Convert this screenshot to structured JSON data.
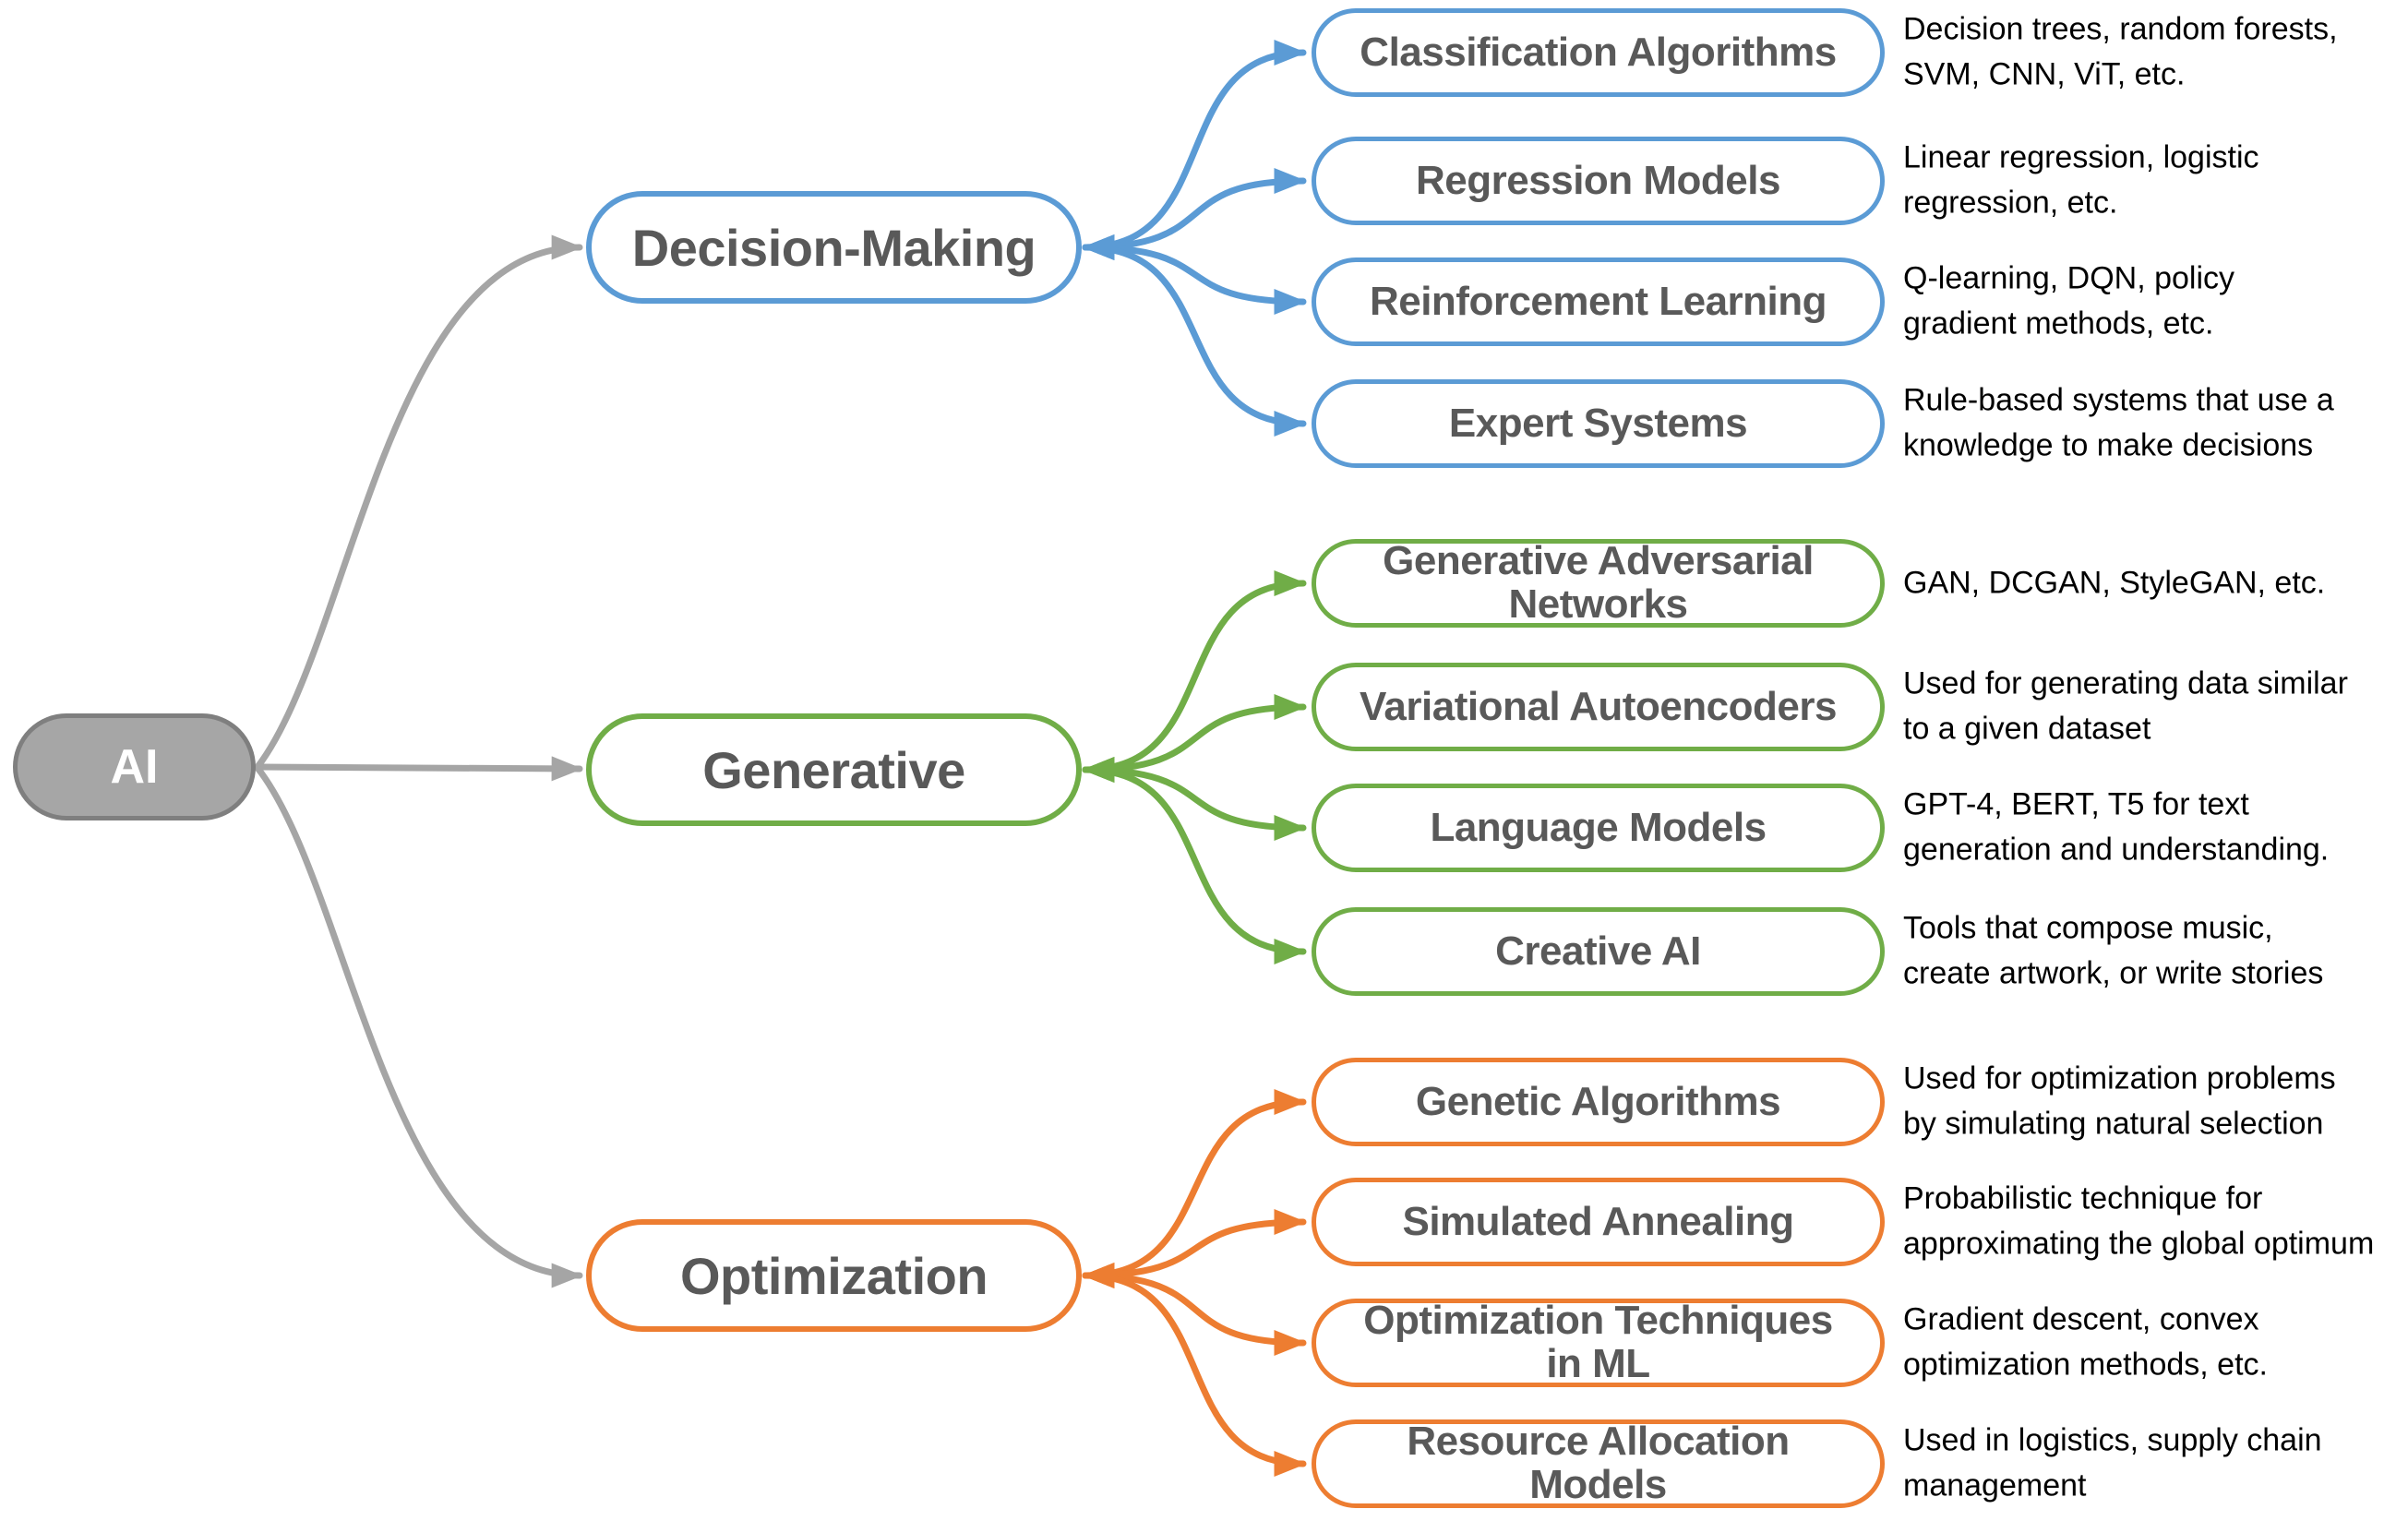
{
  "colors": {
    "root_fill": "#A6A6A6",
    "root_border": "#7F7F7F",
    "connector_gray": "#A5A5A5",
    "branch_blue": "#5B9BD5",
    "branch_green": "#70AD47",
    "branch_orange": "#ED7D31",
    "label_gray": "#595959",
    "description_black": "#000000"
  },
  "root": {
    "label": "AI"
  },
  "branches": [
    {
      "label": "Decision-Making",
      "color": "#5B9BD5",
      "children": [
        {
          "label": "Classification Algorithms",
          "description": [
            "Decision trees, random forests,",
            "SVM, CNN, ViT, etc."
          ]
        },
        {
          "label": "Regression Models",
          "description": [
            "Linear regression, logistic",
            "regression, etc."
          ]
        },
        {
          "label": "Reinforcement Learning",
          "description": [
            "Q-learning, DQN, policy",
            "gradient methods, etc."
          ]
        },
        {
          "label": "Expert Systems",
          "description": [
            "Rule-based systems that use a",
            "knowledge to make decisions"
          ]
        }
      ]
    },
    {
      "label": "Generative",
      "color": "#70AD47",
      "children": [
        {
          "label": [
            "Generative Adversarial",
            "Networks"
          ],
          "description": [
            "GAN, DCGAN, StyleGAN, etc."
          ]
        },
        {
          "label": "Variational Autoencoders",
          "description": [
            "Used for generating data similar",
            "to a given dataset"
          ]
        },
        {
          "label": "Language Models",
          "description": [
            "GPT-4, BERT, T5 for text",
            "generation and understanding."
          ]
        },
        {
          "label": "Creative AI",
          "description": [
            "Tools that compose music,",
            "create artwork, or write stories"
          ]
        }
      ]
    },
    {
      "label": "Optimization",
      "color": "#ED7D31",
      "children": [
        {
          "label": "Genetic Algorithms",
          "description": [
            "Used for optimization problems",
            "by simulating natural selection"
          ]
        },
        {
          "label": "Simulated Annealing",
          "description": [
            "Probabilistic technique for",
            "approximating the global optimum"
          ]
        },
        {
          "label": [
            "Optimization Techniques",
            "in ML"
          ],
          "description": [
            "Gradient descent, convex",
            "optimization methods, etc."
          ]
        },
        {
          "label": [
            "Resource Allocation",
            "Models"
          ],
          "description": [
            "Used in logistics, supply chain",
            "management"
          ]
        }
      ]
    }
  ]
}
